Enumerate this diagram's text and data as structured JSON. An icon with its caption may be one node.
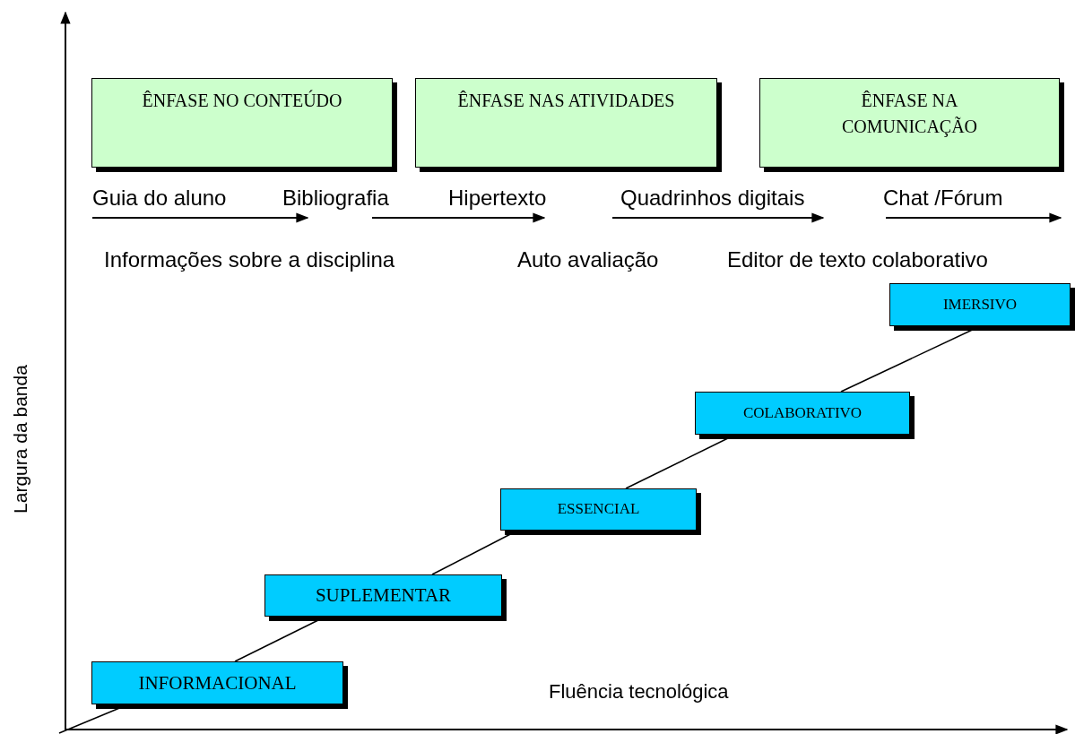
{
  "diagram": {
    "nodes": [
      {
        "text": [
          "ÊNFASE NO CONTEÚDO"
        ]
      },
      {
        "text": [
          "ÊNFASE NAS ATIVIDADES"
        ]
      },
      {
        "text": [
          "ÊNFASE NA COMUNICAÇÃO"
        ]
      },
      {
        "text": [
          "INFORMACIONAL"
        ]
      },
      {
        "text": [
          "SUPLEMENTAR"
        ]
      },
      {
        "text": [
          "ESSENCIAL"
        ]
      },
      {
        "text": [
          "COLABORATIVO"
        ]
      },
      {
        "text": [
          "IMERSIVO"
        ]
      }
    ],
    "edges": [
      {
        "from": null,
        "to": 3,
        "arrow": "none"
      },
      {
        "from": 3,
        "to": 4,
        "arrow": "none"
      },
      {
        "from": 4,
        "to": 5,
        "arrow": "none"
      },
      {
        "from": 5,
        "to": 6,
        "arrow": "none"
      },
      {
        "from": 6,
        "to": 7,
        "arrow": "none"
      }
    ],
    "labels": [
      "Guia do aluno",
      "Bibliografia",
      "Hipertexto",
      "Quadrinhos digitais",
      "Chat /Fórum",
      "Informações sobre a disciplina",
      "Auto avaliação",
      "Editor de texto colaborativo",
      "Largura da banda",
      "Fluência tecnológica"
    ]
  }
}
